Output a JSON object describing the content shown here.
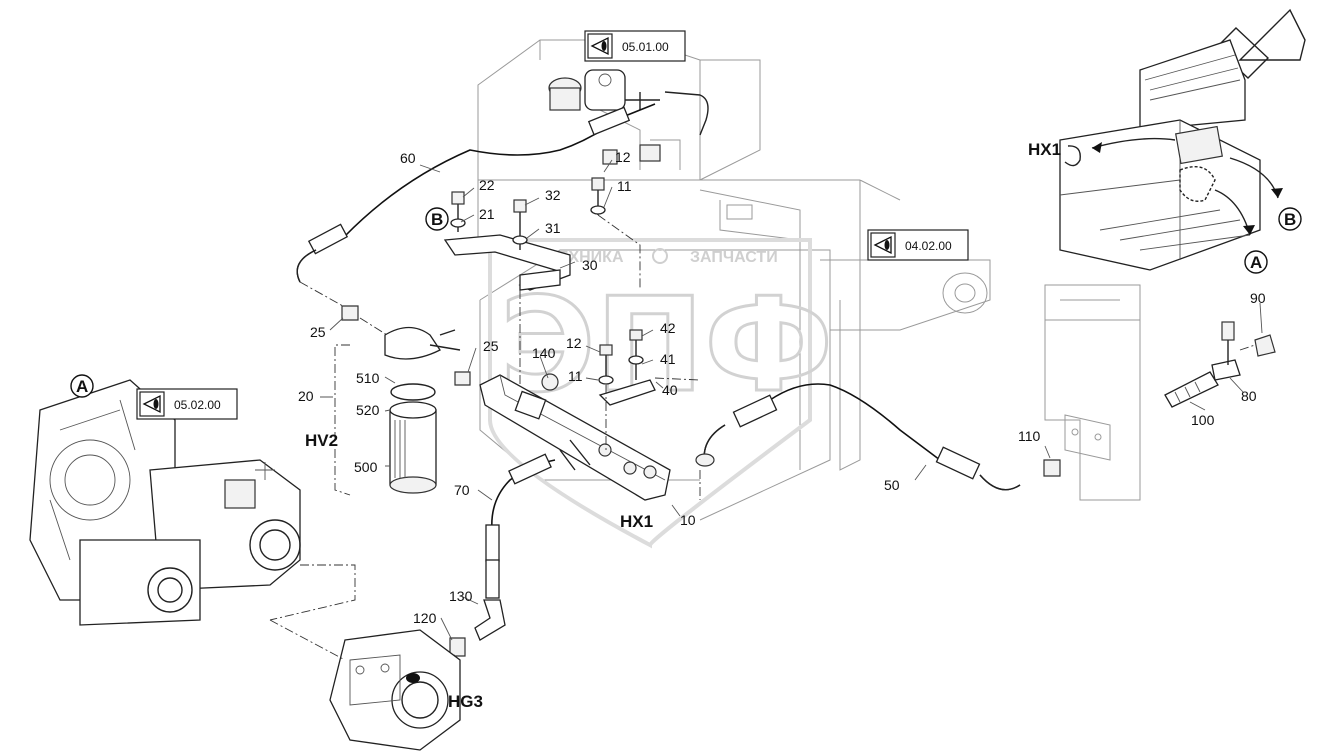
{
  "view_refs": [
    {
      "code": "05.01.00",
      "icon": "eye-icon"
    },
    {
      "code": "04.02.00",
      "icon": "eye-icon"
    },
    {
      "code": "05.02.00",
      "icon": "eye-icon"
    }
  ],
  "callouts": {
    "A_left": "A",
    "B_left": "B",
    "A_right": "A",
    "B_right": "B"
  },
  "watermark": {
    "line1": "ТЕХНИКА",
    "line2": "ЗАПЧАСТИ",
    "logo": "ЭПФ"
  },
  "assembly_labels": {
    "hv2": "HV2",
    "hx1_main": "HX1",
    "hx1_inset": "HX1",
    "hg3": "HG3"
  },
  "part_numbers": {
    "p10": "10",
    "p11a": "11",
    "p11b": "11",
    "p12a": "12",
    "p12b": "12",
    "p20": "20",
    "p21": "21",
    "p22": "22",
    "p25a": "25",
    "p25b": "25",
    "p30": "30",
    "p31": "31",
    "p32": "32",
    "p40": "40",
    "p41": "41",
    "p42": "42",
    "p50": "50",
    "p60": "60",
    "p70": "70",
    "p80": "80",
    "p90": "90",
    "p100": "100",
    "p110": "110",
    "p120": "120",
    "p130": "130",
    "p140": "140",
    "p500": "500",
    "p510": "510",
    "p520": "520"
  },
  "colors": {
    "line": "#222222",
    "background_machine": "#9a9a9a",
    "watermark": "#cfcfcf"
  }
}
